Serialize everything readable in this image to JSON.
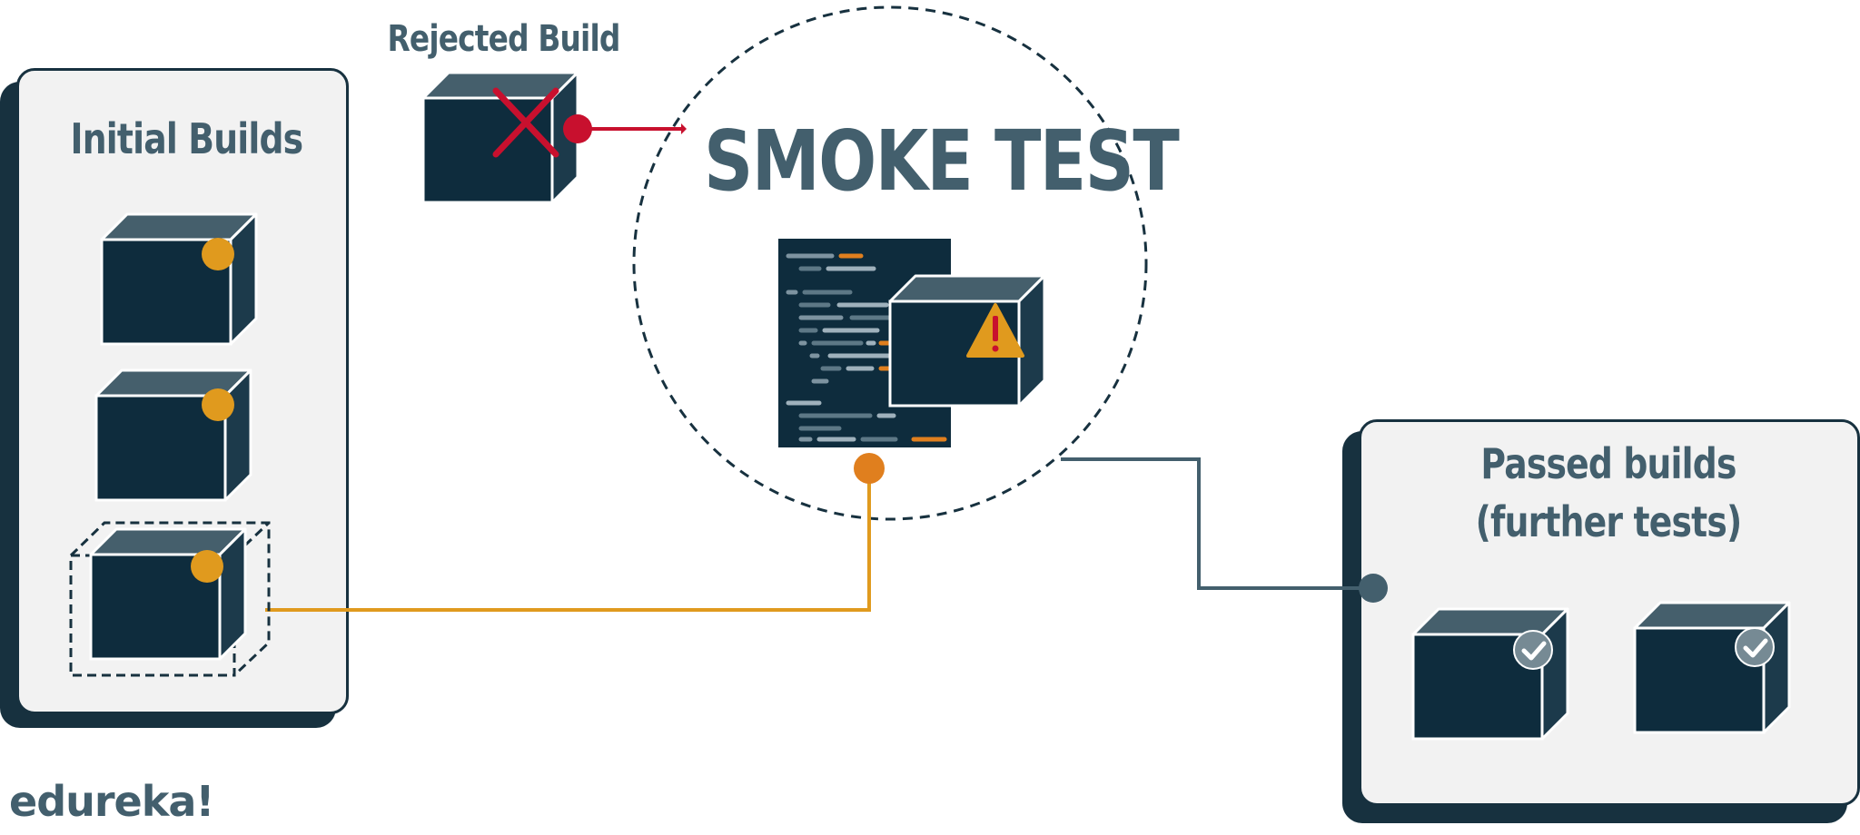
{
  "diagram": {
    "initial_title": "Initial Builds",
    "rejected_title": "Rejected Build",
    "smoke_title": "SMOKE TEST",
    "passed_title_line1": "Passed builds",
    "passed_title_line2": "(further tests)",
    "brand": "edureka!"
  },
  "colors": {
    "navy": "#0e2c3d",
    "slate": "#435f6d",
    "orange": "#e09a1e",
    "red": "#c8102e",
    "panel": "#f2f2f2"
  },
  "icons": {
    "rejected_mark": "x-mark-icon",
    "warning": "warning-icon",
    "pass": "check-icon",
    "build": "box-icon"
  }
}
